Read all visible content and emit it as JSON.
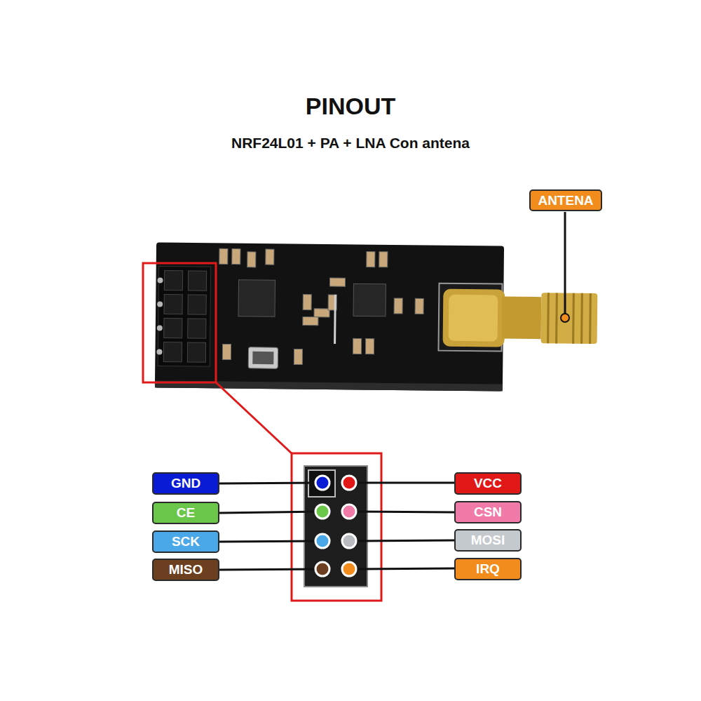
{
  "diagram": {
    "title": "PINOUT",
    "nodes": [
      {
        "text": [
          "ANTENA"
        ]
      },
      {
        "text": [
          "GND"
        ]
      },
      {
        "text": [
          "VCC"
        ]
      },
      {
        "text": [
          "CE"
        ]
      },
      {
        "text": [
          "CSN"
        ]
      },
      {
        "text": [
          "SCK"
        ]
      },
      {
        "text": [
          "MOSI"
        ]
      },
      {
        "text": [
          "MISO"
        ]
      },
      {
        "text": [
          "IRQ"
        ]
      }
    ],
    "labels": [
      "NRF24L01 + PA + LNA Con antena"
    ]
  }
}
